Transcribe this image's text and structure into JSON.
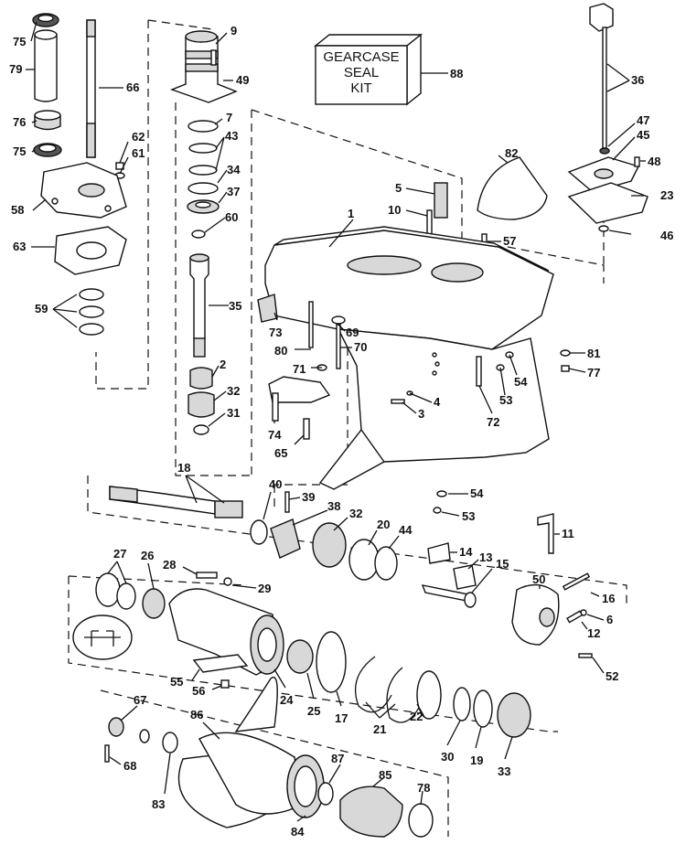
{
  "kit_box": {
    "lines": [
      "GEARCASE",
      "SEAL",
      "KIT"
    ],
    "part_number": "88"
  },
  "callouts": [
    {
      "id": "75a",
      "label": "75"
    },
    {
      "id": "79",
      "label": "79"
    },
    {
      "id": "66",
      "label": "66"
    },
    {
      "id": "76",
      "label": "76"
    },
    {
      "id": "75b",
      "label": "75"
    },
    {
      "id": "62",
      "label": "62"
    },
    {
      "id": "61",
      "label": "61"
    },
    {
      "id": "58",
      "label": "58"
    },
    {
      "id": "63",
      "label": "63"
    },
    {
      "id": "59",
      "label": "59"
    },
    {
      "id": "9",
      "label": "9"
    },
    {
      "id": "49",
      "label": "49"
    },
    {
      "id": "7",
      "label": "7"
    },
    {
      "id": "43",
      "label": "43"
    },
    {
      "id": "34",
      "label": "34"
    },
    {
      "id": "37",
      "label": "37"
    },
    {
      "id": "60",
      "label": "60"
    },
    {
      "id": "35",
      "label": "35"
    },
    {
      "id": "2",
      "label": "2"
    },
    {
      "id": "32a",
      "label": "32"
    },
    {
      "id": "31",
      "label": "31"
    },
    {
      "id": "88",
      "label": "88"
    },
    {
      "id": "36",
      "label": "36"
    },
    {
      "id": "47",
      "label": "47"
    },
    {
      "id": "45",
      "label": "45"
    },
    {
      "id": "48",
      "label": "48"
    },
    {
      "id": "82",
      "label": "82"
    },
    {
      "id": "23",
      "label": "23"
    },
    {
      "id": "46",
      "label": "46"
    },
    {
      "id": "5",
      "label": "5"
    },
    {
      "id": "10",
      "label": "10"
    },
    {
      "id": "1",
      "label": "1"
    },
    {
      "id": "57",
      "label": "57"
    },
    {
      "id": "73",
      "label": "73"
    },
    {
      "id": "69",
      "label": "69"
    },
    {
      "id": "80",
      "label": "80"
    },
    {
      "id": "70",
      "label": "70"
    },
    {
      "id": "71",
      "label": "71"
    },
    {
      "id": "81",
      "label": "81"
    },
    {
      "id": "77",
      "label": "77"
    },
    {
      "id": "54a",
      "label": "54"
    },
    {
      "id": "53a",
      "label": "53"
    },
    {
      "id": "4",
      "label": "4"
    },
    {
      "id": "3",
      "label": "3"
    },
    {
      "id": "72",
      "label": "72"
    },
    {
      "id": "74",
      "label": "74"
    },
    {
      "id": "65",
      "label": "65"
    },
    {
      "id": "18",
      "label": "18"
    },
    {
      "id": "40",
      "label": "40"
    },
    {
      "id": "39",
      "label": "39"
    },
    {
      "id": "38",
      "label": "38"
    },
    {
      "id": "32b",
      "label": "32"
    },
    {
      "id": "20",
      "label": "20"
    },
    {
      "id": "44",
      "label": "44"
    },
    {
      "id": "54b",
      "label": "54"
    },
    {
      "id": "53b",
      "label": "53"
    },
    {
      "id": "11",
      "label": "11"
    },
    {
      "id": "14",
      "label": "14"
    },
    {
      "id": "13",
      "label": "13"
    },
    {
      "id": "15",
      "label": "15"
    },
    {
      "id": "50",
      "label": "50"
    },
    {
      "id": "16",
      "label": "16"
    },
    {
      "id": "6",
      "label": "6"
    },
    {
      "id": "12",
      "label": "12"
    },
    {
      "id": "52",
      "label": "52"
    },
    {
      "id": "27",
      "label": "27"
    },
    {
      "id": "26",
      "label": "26"
    },
    {
      "id": "28",
      "label": "28"
    },
    {
      "id": "29",
      "label": "29"
    },
    {
      "id": "55",
      "label": "55"
    },
    {
      "id": "56",
      "label": "56"
    },
    {
      "id": "24",
      "label": "24"
    },
    {
      "id": "25",
      "label": "25"
    },
    {
      "id": "17",
      "label": "17"
    },
    {
      "id": "21",
      "label": "21"
    },
    {
      "id": "22",
      "label": "22"
    },
    {
      "id": "30",
      "label": "30"
    },
    {
      "id": "19",
      "label": "19"
    },
    {
      "id": "33",
      "label": "33"
    },
    {
      "id": "67",
      "label": "67"
    },
    {
      "id": "86",
      "label": "86"
    },
    {
      "id": "68",
      "label": "68"
    },
    {
      "id": "83",
      "label": "83"
    },
    {
      "id": "87",
      "label": "87"
    },
    {
      "id": "85",
      "label": "85"
    },
    {
      "id": "84",
      "label": "84"
    },
    {
      "id": "78",
      "label": "78"
    }
  ]
}
